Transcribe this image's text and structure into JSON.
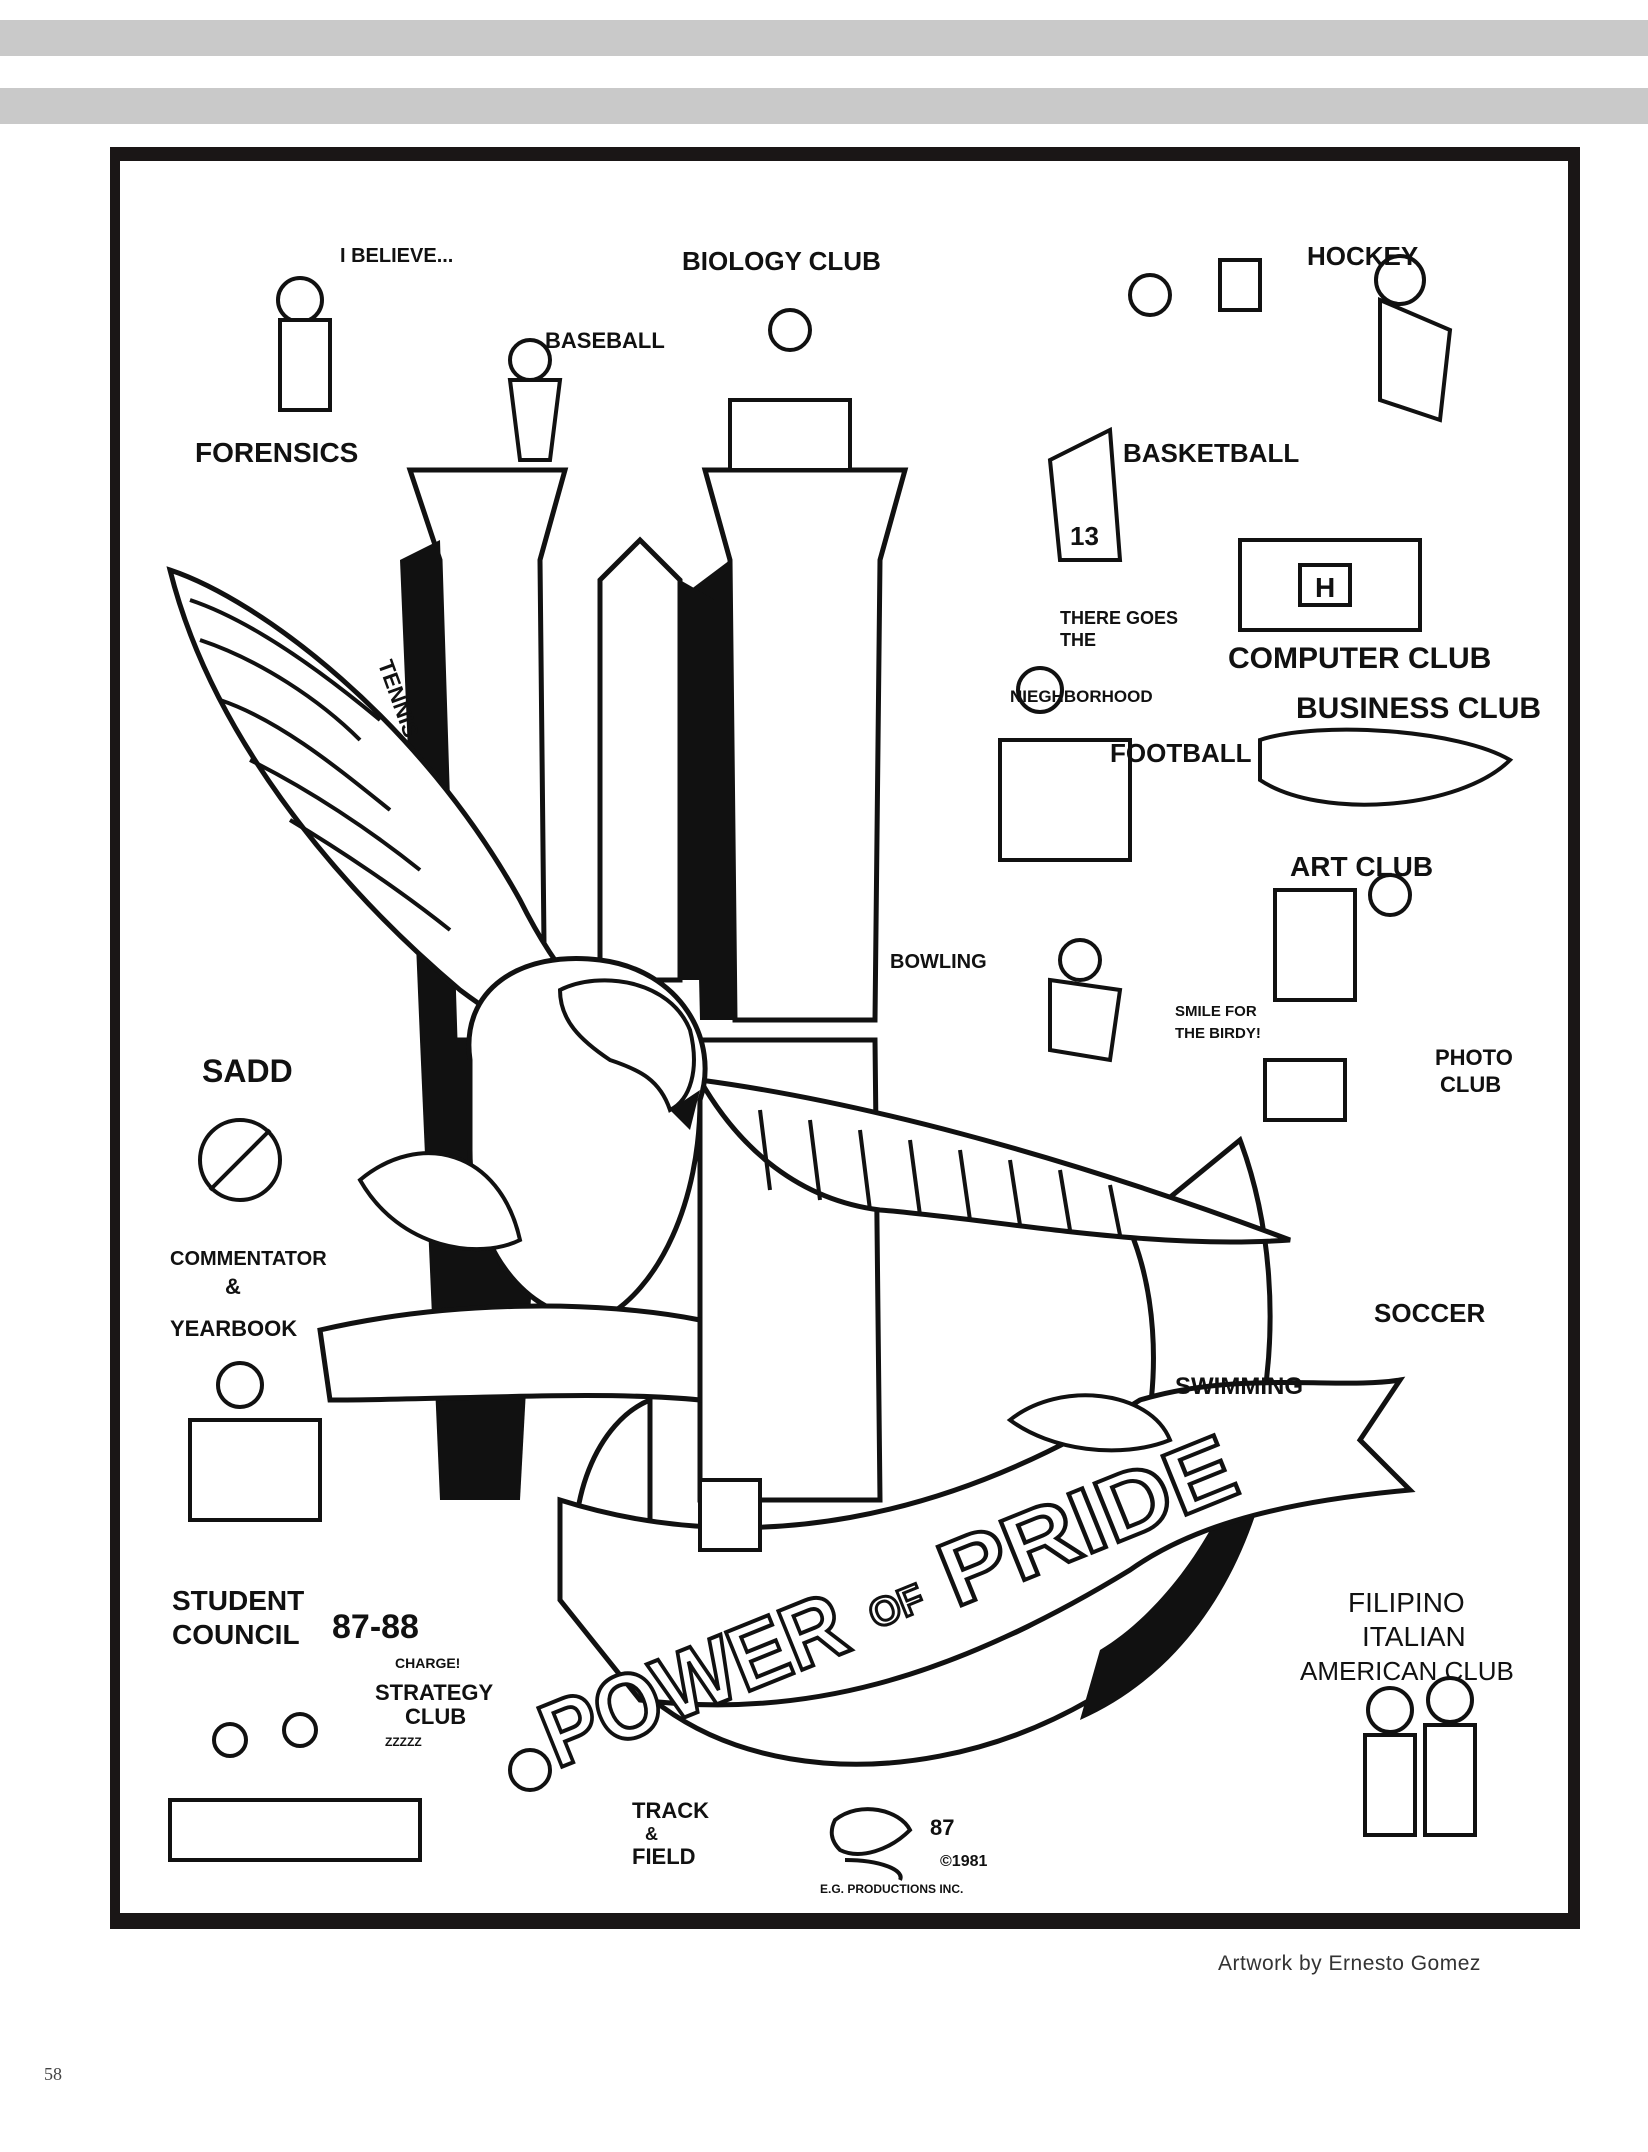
{
  "artwork": {
    "banner": {
      "word1": "POWER",
      "word2": "OF",
      "word3": "PRIDE"
    },
    "labels": {
      "forensics_speech": "I BELIEVE...",
      "forensics": "FORENSICS",
      "baseball": "BASEBALL",
      "biology": "BIOLOGY CLUB",
      "hockey": "HOCKEY",
      "basketball": "BASKETBALL",
      "tennis": "TENNIS",
      "neighborhood_1": "THERE GOES",
      "neighborhood_2": "THE",
      "neighborhood_3": "NIEGHBORHOOD",
      "computer": "COMPUTER CLUB",
      "business": "BUSINESS CLUB",
      "football": "FOOTBALL",
      "art": "ART CLUB",
      "bowling": "BOWLING",
      "photo_speech_1": "SMILE FOR",
      "photo_speech_2": "THE BIRDY!",
      "photo_1": "PHOTO",
      "photo_2": "CLUB",
      "sadd": "SADD",
      "commentator": "COMMENTATOR",
      "and": "&",
      "yearbook": "YEARBOOK",
      "soccer": "SOCCER",
      "swimming": "SWIMMING",
      "student_1": "STUDENT",
      "student_2": "COUNCIL",
      "student_year": "87-88",
      "charge": "CHARGE!",
      "strategy_1": "STRATEGY",
      "strategy_2": "CLUB",
      "snore": "ZZZZZ",
      "track_1": "TRACK",
      "track_2": "&",
      "track_3": "FIELD",
      "fiac_1": "FILIPINO",
      "fiac_2": "ITALIAN",
      "fiac_3": "AMERICAN CLUB",
      "jersey": "13",
      "computer_screen": "H"
    },
    "signature": {
      "year": "87",
      "copyright": "©1981",
      "company": "E.G. PRODUCTIONS INC."
    }
  },
  "caption": "Artwork by Ernesto Gomez",
  "page_number": "58"
}
